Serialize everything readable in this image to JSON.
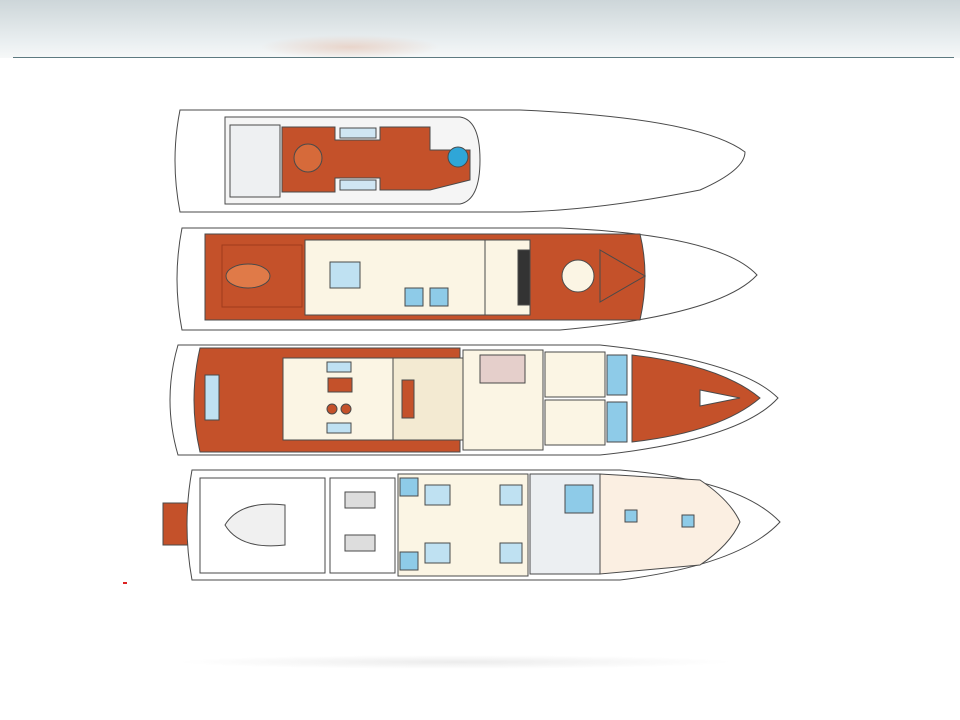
{
  "colors": {
    "teak": "#c4512a",
    "interior": "#fbf5e4",
    "water_blue": "#8ecbe8",
    "outline": "#4a4a4a",
    "header_rule": "#5d7a80"
  },
  "decks": [
    {
      "id": "sun-deck"
    },
    {
      "id": "bridge-deck"
    },
    {
      "id": "main-deck"
    },
    {
      "id": "lower-deck"
    }
  ]
}
